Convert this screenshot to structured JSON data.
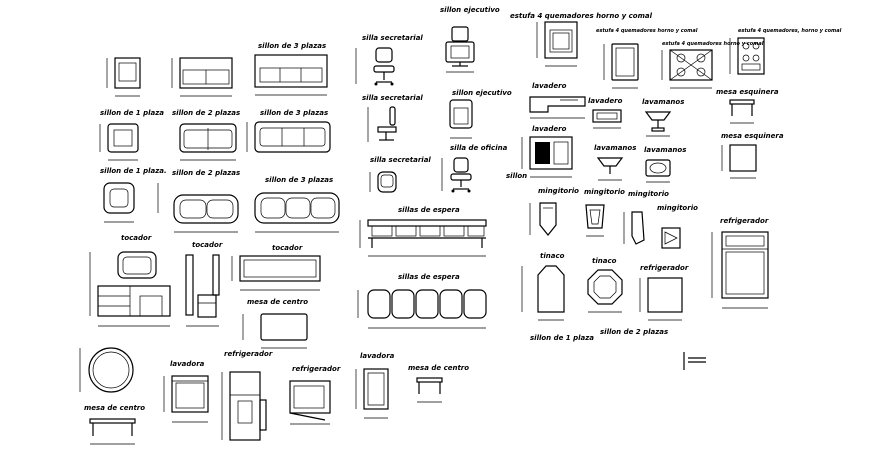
{
  "labels": {
    "sillon_3_plazas_a": "sillon de 3 plazas",
    "sillon_1_plaza_a": "sillon de 1 plaza",
    "sillon_2_plazas_a": "sillon de 2 plazas",
    "sillon_3_plazas_b": "sillon de 3 plazas",
    "sillon_1_plaza_b": "sillon de 1 plaza.",
    "sillon_2_plazas_b": "sillon de 2 plazas",
    "sillon_3_plazas_c": "sillon de 3 plazas",
    "tocador_a": "tocador",
    "tocador_b": "tocador",
    "tocador_c": "tocador",
    "mesa_centro_a": "mesa de centro",
    "mesa_centro_b": "mesa de centro",
    "mesa_centro_c": "mesa de centro",
    "lavadora_a": "lavadora",
    "lavadora_b": "lavadora",
    "refrigerador_a": "refrigerador",
    "refrigerador_b": "refrigerador",
    "refrigerador_c": "refrigerador",
    "silla_secretarial_a": "silla secretarial",
    "silla_secretarial_b": "silla secretarial",
    "silla_secretarial_c": "silla secretarial",
    "sillon_ejecutivo_a": "sillon ejecutivo",
    "sillon_ejecutivo_b": "sillon ejecutivo",
    "silla_oficina": "silla de oficina",
    "sillon_small": "sillon",
    "sillas_espera_a": "sillas de espera",
    "sillas_espera_b": "sillas de espera",
    "estufa_a": "estufa 4 quemadores horno y comal",
    "estufa_b": "estufa 4 quemadores horno y comal",
    "estufa_c": "estufa 4 quemadores horno y comal",
    "estufa_d": "estufa 4 quemadores, horno y comal",
    "lavadero_a": "lavadero",
    "lavadero_b": "lavadero",
    "lavadero_c": "lavadero",
    "lavamanos_a": "lavamanos",
    "lavamanos_b": "lavamanos",
    "lavamanos_c": "lavamanos",
    "mesa_esquinera_a": "mesa esquinera",
    "mesa_esquinera_b": "mesa esquinera",
    "mingitorio_a": "mingitorio",
    "mingitorio_b": "mingitorio",
    "mingitorio_c": "mingitorio",
    "tinaco_a": "tinaco",
    "tinaco_b": "tinaco",
    "sillon_1_plaza_c": "sillon de 1 plaza",
    "sillon_2_plazas_c": "sillon de 2 plazas"
  }
}
